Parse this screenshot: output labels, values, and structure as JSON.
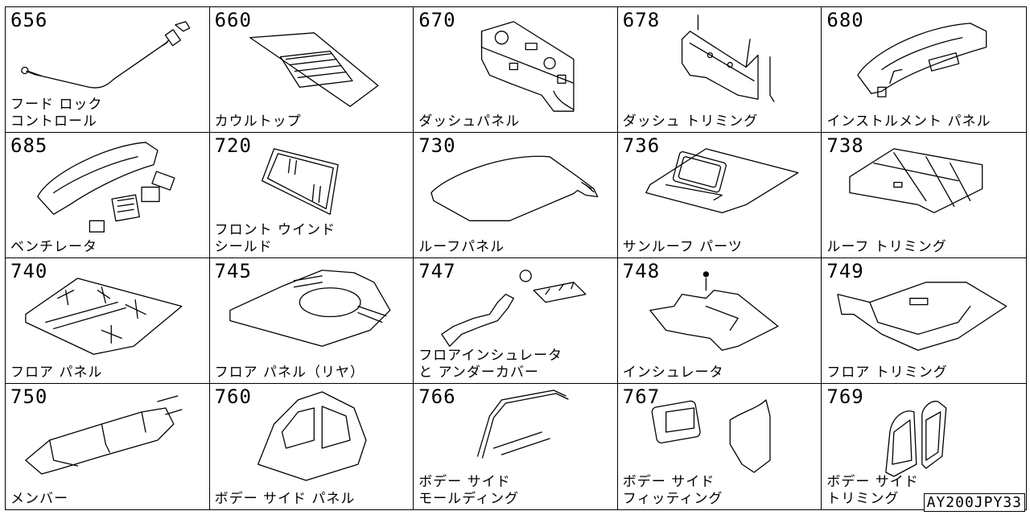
{
  "parts": [
    {
      "code": "656",
      "name": "フード ロック\nコントロール",
      "icon": "hood-lock-cable-icon"
    },
    {
      "code": "660",
      "name": "カウルトップ",
      "icon": "cowl-top-icon"
    },
    {
      "code": "670",
      "name": "ダッシュパネル",
      "icon": "dash-panel-icon"
    },
    {
      "code": "678",
      "name": "ダッシュ トリミング",
      "icon": "dash-trimming-icon"
    },
    {
      "code": "680",
      "name": "インストルメント パネル",
      "icon": "instrument-panel-icon"
    },
    {
      "code": "685",
      "name": "ベンチレータ",
      "icon": "ventilator-icon"
    },
    {
      "code": "720",
      "name": "フロント ウインド\nシールド",
      "icon": "windshield-icon"
    },
    {
      "code": "730",
      "name": "ルーフパネル",
      "icon": "roof-panel-icon"
    },
    {
      "code": "736",
      "name": "サンルーフ パーツ",
      "icon": "sunroof-icon"
    },
    {
      "code": "738",
      "name": "ルーフ トリミング",
      "icon": "roof-trimming-icon"
    },
    {
      "code": "740",
      "name": "フロア パネル",
      "icon": "floor-panel-icon"
    },
    {
      "code": "745",
      "name": "フロア パネル（リヤ）",
      "icon": "rear-floor-panel-icon"
    },
    {
      "code": "747",
      "name": "フロアインシュレータ\nと アンダーカバー",
      "icon": "floor-insulator-icon"
    },
    {
      "code": "748",
      "name": "インシュレータ",
      "icon": "insulator-icon"
    },
    {
      "code": "749",
      "name": "フロア トリミング",
      "icon": "floor-trimming-icon"
    },
    {
      "code": "750",
      "name": "メンバー",
      "icon": "member-frame-icon"
    },
    {
      "code": "760",
      "name": "ボデー サイド パネル",
      "icon": "body-side-panel-icon"
    },
    {
      "code": "766",
      "name": "ボデー サイド\nモールディング",
      "icon": "body-side-molding-icon"
    },
    {
      "code": "767",
      "name": "ボデー サイド\nフィッティング",
      "icon": "body-side-fitting-icon"
    },
    {
      "code": "769",
      "name": "ボデー サイド\nトリミング",
      "icon": "body-side-trimming-icon"
    }
  ],
  "footer_code": "AY200JPY33"
}
